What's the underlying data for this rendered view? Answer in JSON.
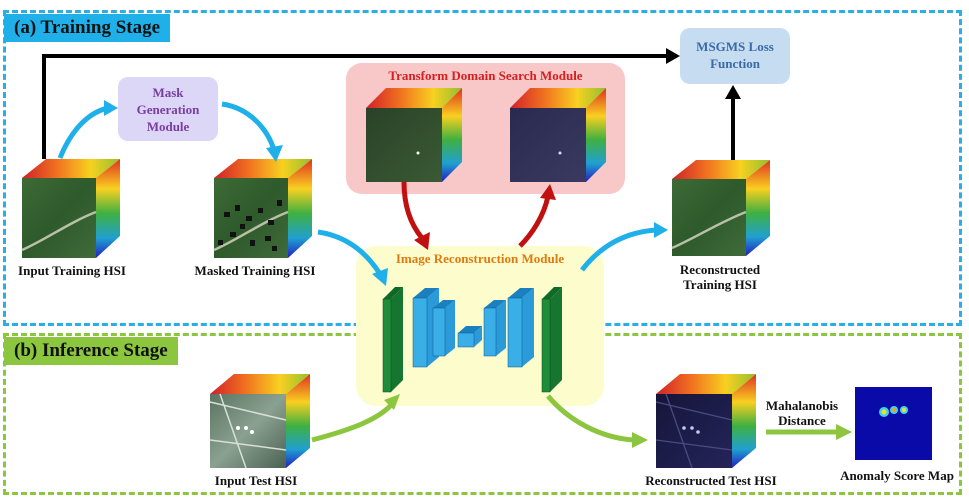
{
  "stages": {
    "training": "(a) Training Stage",
    "inference": "(b) Inference Stage"
  },
  "modules": {
    "mask_generation": [
      "Mask",
      "Generation",
      "Module"
    ],
    "transform_domain": "Transform Domain Search Module",
    "image_reconstruction": "Image Reconstruction Module",
    "msgms_loss": [
      "MSGMS Loss",
      "Function"
    ]
  },
  "labels": {
    "input_training": "Input Training HSI",
    "masked_training": "Masked Training HSI",
    "reconstructed_training": [
      "Reconstructed",
      "Training HSI"
    ],
    "input_test": "Input Test HSI",
    "reconstructed_test": "Reconstructed Test HSI",
    "mahalanobis": [
      "Mahalanobis",
      "Distance"
    ],
    "anomaly_map": "Anomaly Score Map"
  },
  "colors": {
    "training_border": "#29aee6",
    "inference_border": "#8cc63f",
    "training_title_bg": "#1fb0ea",
    "inference_title_bg": "#8cc63f",
    "transform_bg": "#f8c8c8",
    "transform_text": "#d42020",
    "recon_bg": "#fdfccc",
    "recon_text": "#e07a10",
    "mask_bg": "#dcd6f7",
    "mask_text": "#7a3ea0",
    "msgms_bg": "#c6dcf0",
    "msgms_text": "#3a6aa8",
    "unet_green": "#1e8c3a",
    "unet_blue": "#3aaee6",
    "arrow_blue": "#1fb0ea",
    "arrow_green": "#8cc63f",
    "arrow_red": "#c01010",
    "arrow_black": "#000000"
  }
}
